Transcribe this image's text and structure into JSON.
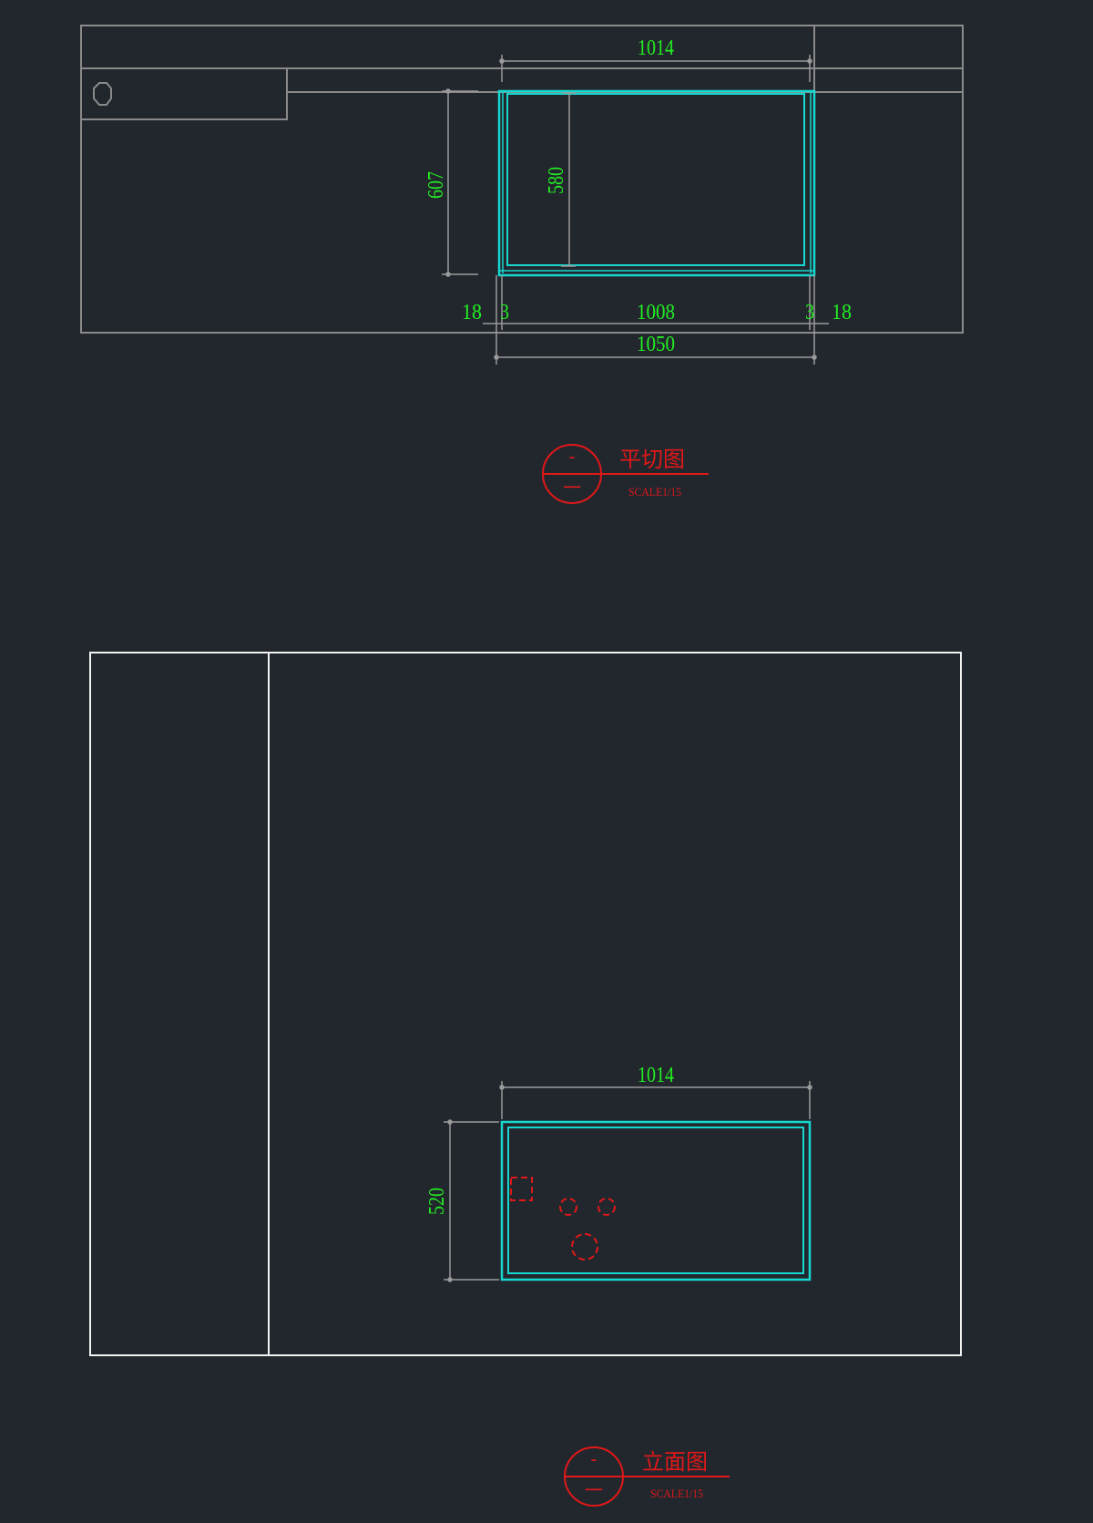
{
  "colors": {
    "background": "#22272e",
    "dimension": "#22ee22",
    "outline_grey": "#8a8a8a",
    "outline_white": "#f2f2f2",
    "cabinet": "#16d8cf",
    "annotation": "#e01818"
  },
  "plan_view": {
    "title": "平切图",
    "scale": "SCALE1/15",
    "symbol_top": "-",
    "symbol_bottom": "一",
    "dims": {
      "top_width": "1014",
      "height_outer": "607",
      "height_inner": "580",
      "left_side": "18",
      "left_panel": "3",
      "inner_width": "1008",
      "right_panel": "3",
      "right_side": "18",
      "overall_width": "1050"
    },
    "icons": [
      "hexagon-icon"
    ]
  },
  "elevation_view": {
    "title": "立面图",
    "scale": "SCALE1/15",
    "symbol_top": "-",
    "symbol_bottom": "一",
    "dims": {
      "top_width": "1014",
      "height": "520"
    },
    "icons": [
      "socket-outlet-icon",
      "socket-circle-icon"
    ]
  }
}
